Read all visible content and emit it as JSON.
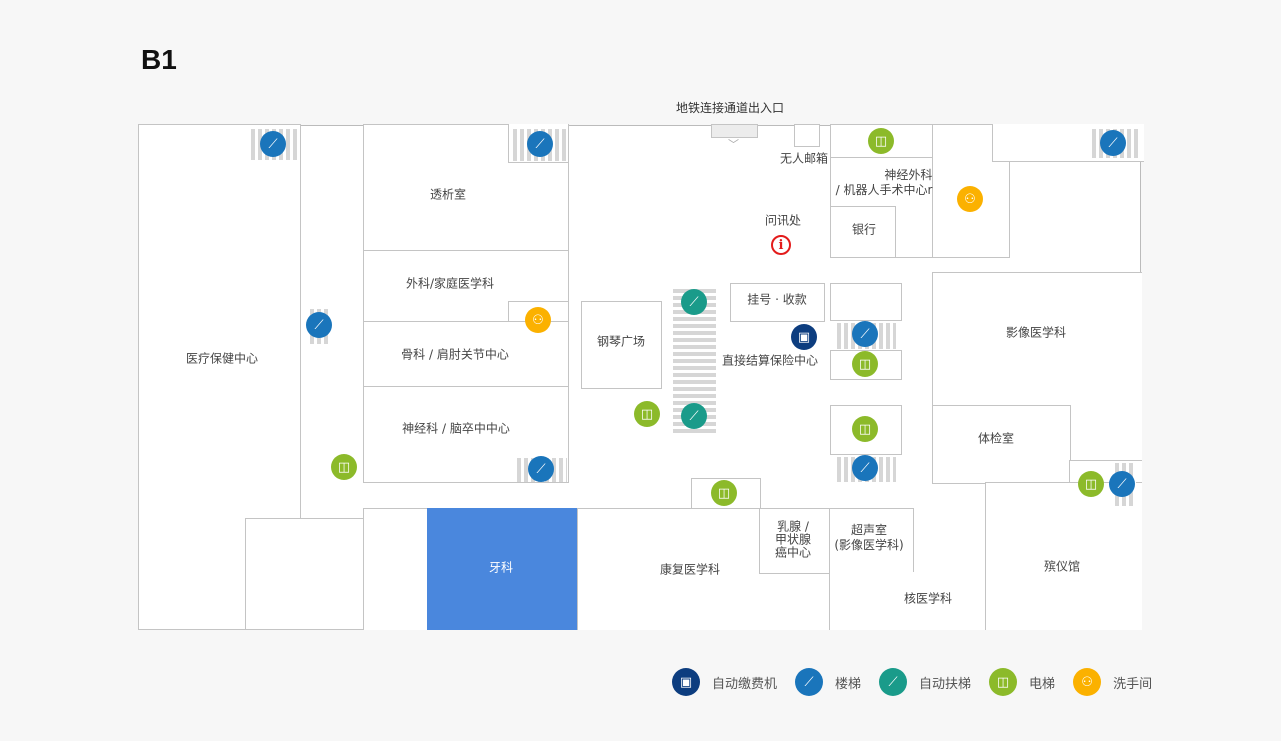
{
  "floor": "B1",
  "entrance": "地铁连接通道出入口",
  "rooms": {
    "health_center": "医疗保健中心",
    "dialysis": "透析室",
    "surgery": "外科/家庭医学科",
    "ortho": "骨科 / 肩肘关节中心",
    "neuro": "神经科 / 脑卒中中心",
    "piano": "钢琴广场",
    "register": "挂号 · 收款",
    "insurance": "直接结算保险中心",
    "mailbox": "无人邮箱",
    "info_desk": "问讯处",
    "neurosurgery": "神经外科\n/ 机器人手术中心r",
    "bank": "银行",
    "imaging": "影像医学科",
    "checkup": "体检室",
    "dental": "牙科",
    "rehab": "康复医学科",
    "breast": "乳腺 /\n甲状腺\n癌中心",
    "ultrasound": "超声室\n(影像医学科)",
    "nuclear": "核医学科",
    "funeral": "殡仪馆"
  },
  "legend": [
    {
      "icon": "payment-kiosk-icon",
      "label": "自动缴费机",
      "color": "#0d3d7f"
    },
    {
      "icon": "stairs-icon",
      "label": "楼梯",
      "color": "#1a75bb"
    },
    {
      "icon": "escalator-icon",
      "label": "自动扶梯",
      "color": "#1a9b8a"
    },
    {
      "icon": "elevator-icon",
      "label": "电梯",
      "color": "#8cba2a"
    },
    {
      "icon": "restroom-icon",
      "label": "洗手间",
      "color": "#fbb100"
    }
  ],
  "colors": {
    "highlight": "#4a87dd",
    "info": "#e31b1b"
  }
}
